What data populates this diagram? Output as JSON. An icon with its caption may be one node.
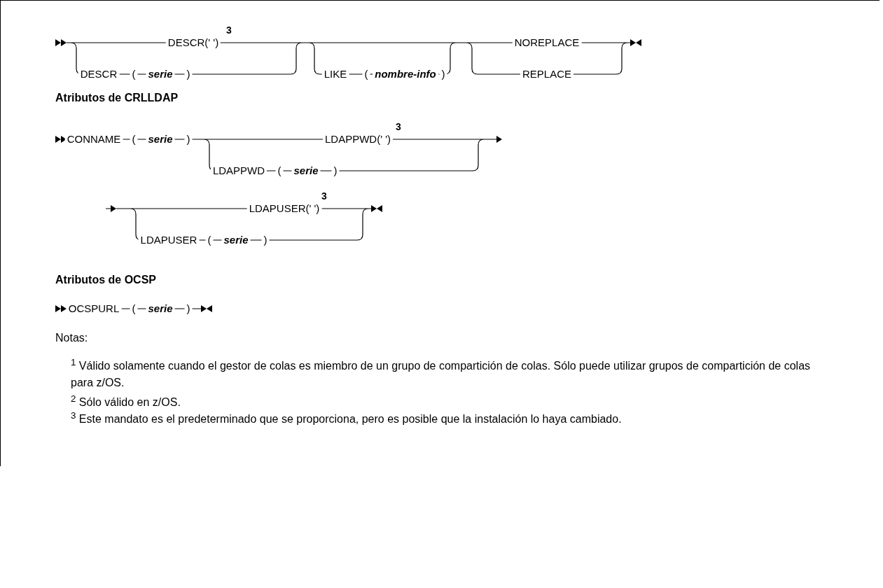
{
  "diagram": {
    "labels": [
      "DESCR(' ')",
      "3",
      "DESCR",
      "(",
      "serie",
      ")",
      "LIKE",
      "(",
      "nombre-info",
      ")",
      "NOREPLACE",
      "REPLACE",
      "Atributos de CRLLDAP",
      "CONNAME",
      "(",
      "serie",
      ")",
      "LDAPPWD(' ')",
      "3",
      "LDAPPWD",
      "(",
      "serie",
      ")",
      "LDAPUSER(' ')",
      "3",
      "LDAPUSER",
      "(",
      "serie",
      ")",
      "Atributos de OCSP",
      "OCSPURL",
      "(",
      "serie",
      ")",
      "Notas:",
      "$^{1}$ Válido solamente cuando el gestor de colas es miembro de un grupo de compartición de colas. Sólo puede utilizar grupos de compartición de colas para z/OS.",
      "$^{2}$ Sólo válido en z/OS.",
      "$^{3}$ Este mandato es el predeterminado que se proporciona, pero es posible que la instalación lo haya cambiado."
    ]
  }
}
